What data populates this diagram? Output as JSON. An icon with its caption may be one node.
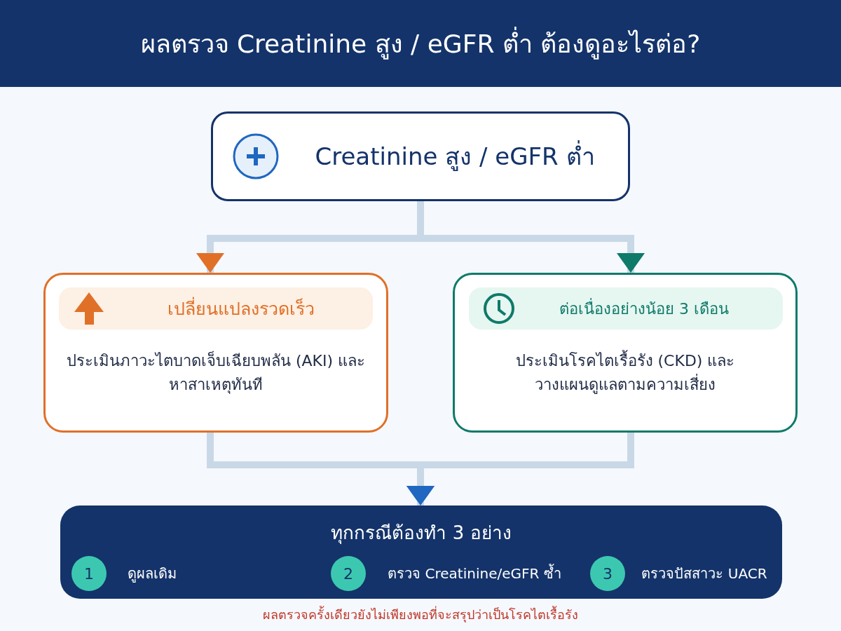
{
  "diagram": {
    "title": "ผลตรวจ Creatinine สูง / eGFR ต่ำ ต้องดูอะไรต่อ?",
    "nodes": [
      {
        "text": [
          "Creatinine สูง / eGFR ต่ำ"
        ]
      },
      {
        "text": [
          "ประเมินภาวะไตบาดเจ็บเฉียบพลัน (AKI) และหาสาเหตุทันที"
        ]
      },
      {
        "text": [
          "เปลี่ยนแปลงรวดเร็ว"
        ],
        "in": 1
      },
      {
        "text": [
          "ประเมินโรคไตเรื้อรัง (CKD) และวางแผนดูแลตามความเสี่ยง"
        ]
      },
      {
        "text": [
          "ต่อเนื่องอย่างน้อย 3 เดือน"
        ],
        "in": 3
      },
      {
        "text": [
          "ทุกกรณีต้องทำ 3 อย่าง"
        ]
      },
      {
        "text": [
          "1"
        ],
        "in": 5,
        "beside": [
          "ดูผลเดิม"
        ]
      },
      {
        "text": [
          "2"
        ],
        "in": 5,
        "beside": [
          "ตรวจ Creatinine/eGFR ซ้ำ"
        ]
      },
      {
        "text": [
          "3"
        ],
        "in": 5,
        "beside": [
          "ตรวจปัสสาวะ UACR"
        ]
      }
    ],
    "edges": [
      {
        "from": 0,
        "to": 1,
        "arrow": "to"
      },
      {
        "from": 0,
        "to": 3,
        "arrow": "to"
      },
      {
        "from": 1,
        "to": 5,
        "arrow": "to"
      },
      {
        "from": 3,
        "to": 5,
        "arrow": "to"
      }
    ],
    "caption": "ผลตรวจครั้งเดียวยังไม่เพียงพอที่จะสรุปว่าเป็นโรคไตเรื้อรัง"
  }
}
